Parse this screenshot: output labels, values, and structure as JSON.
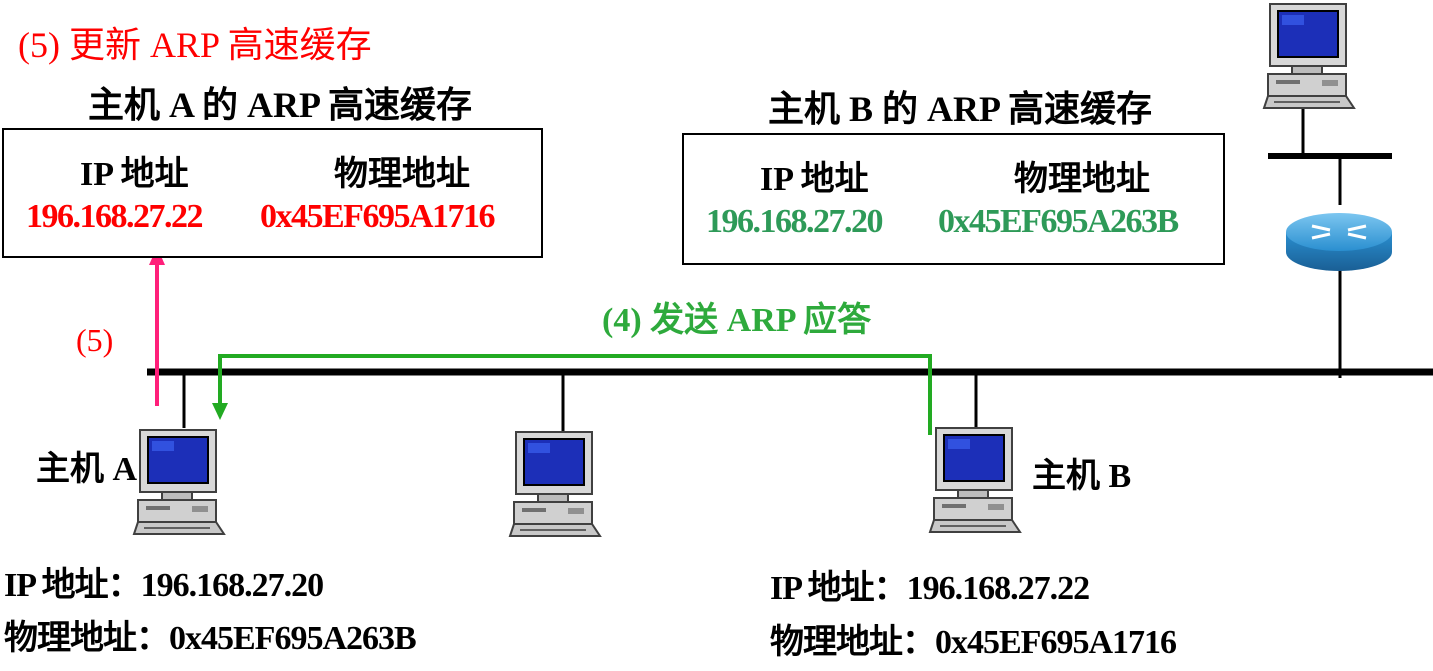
{
  "step5_title": "(5) 更新 ARP 高速缓存",
  "step5_label": "(5)",
  "step4_label": "(4) 发送 ARP 应答",
  "cacheA": {
    "title": "主机 A 的 ARP 高速缓存",
    "col_ip": "IP 地址",
    "col_mac": "物理地址",
    "ip": "196.168.27.22",
    "mac": "0x45EF695A1716"
  },
  "cacheB": {
    "title": "主机 B 的 ARP 高速缓存",
    "col_ip": "IP 地址",
    "col_mac": "物理地址",
    "ip": "196.168.27.20",
    "mac": "0x45EF695A263B"
  },
  "hostA": {
    "label": "主机 A",
    "ip_line": "IP 地址：196.168.27.20",
    "mac_line": "物理地址：0x45EF695A263B"
  },
  "hostB": {
    "label": "主机 B",
    "ip_line": "IP 地址：196.168.27.22",
    "mac_line": "物理地址：0x45EF695A1716"
  },
  "colors": {
    "update_arrow": "#ff1f7a",
    "reply_path": "#22aa22",
    "red_text": "#ff0000",
    "green_text": "#2e9a58",
    "router": "#2a8fd0"
  }
}
